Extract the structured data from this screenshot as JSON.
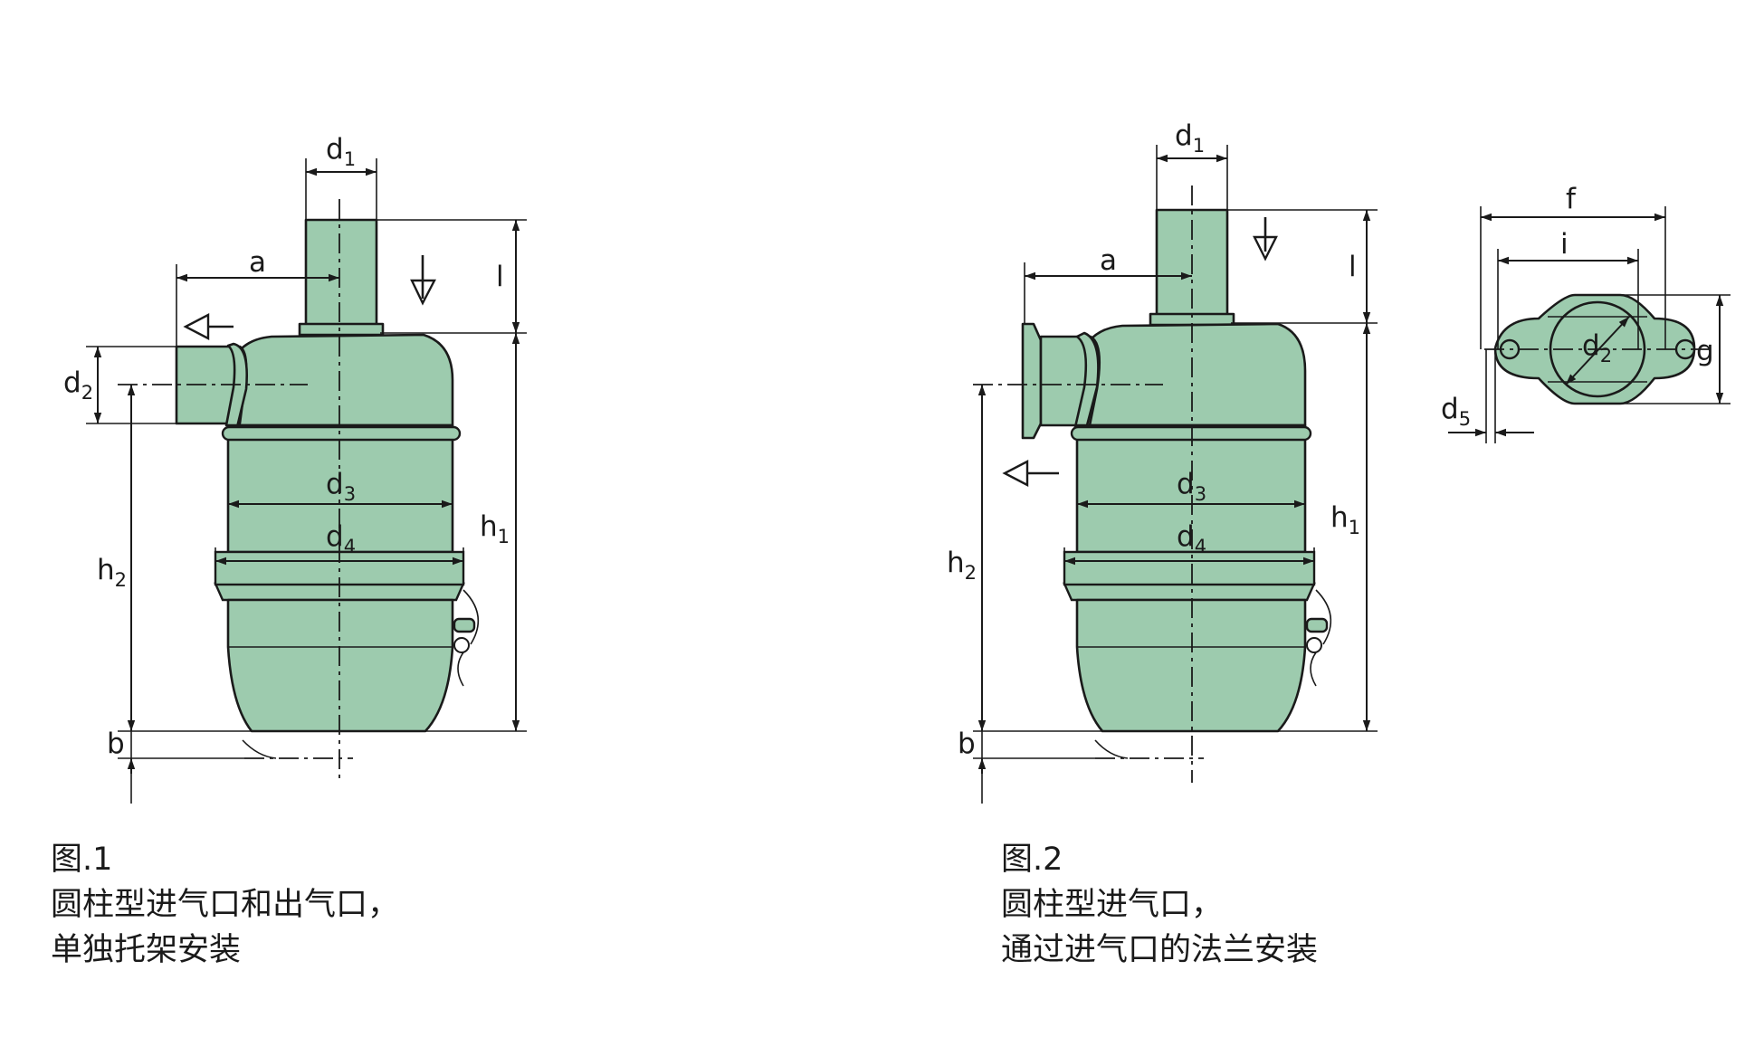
{
  "figure1": {
    "labels": {
      "d1": "d",
      "d1_sub": "1",
      "a": "a",
      "l": "l",
      "d2": "d",
      "d2_sub": "2",
      "d3": "d",
      "d3_sub": "3",
      "d4": "d",
      "d4_sub": "4",
      "h1": "h",
      "h1_sub": "1",
      "h2": "h",
      "h2_sub": "2",
      "b": "b"
    },
    "caption": {
      "title": "图.1",
      "line1": "圆柱型进气口和出气口，",
      "line2": "单独托架安装"
    }
  },
  "figure2": {
    "labels": {
      "d1": "d",
      "d1_sub": "1",
      "a": "a",
      "l": "l",
      "d3": "d",
      "d3_sub": "3",
      "d4": "d",
      "d4_sub": "4",
      "h1": "h",
      "h1_sub": "1",
      "h2": "h",
      "h2_sub": "2",
      "b": "b"
    },
    "caption": {
      "title": "图.2",
      "line1": "圆柱型进气口，",
      "line2": "通过进气口的法兰安装"
    }
  },
  "flange": {
    "labels": {
      "f": "f",
      "i": "i",
      "g": "g",
      "d2": "d",
      "d2_sub": "2",
      "d5": "d",
      "d5_sub": "5"
    }
  },
  "colors": {
    "body_fill": "#9dcbae",
    "line": "#1a1a1a",
    "background": "#ffffff"
  }
}
